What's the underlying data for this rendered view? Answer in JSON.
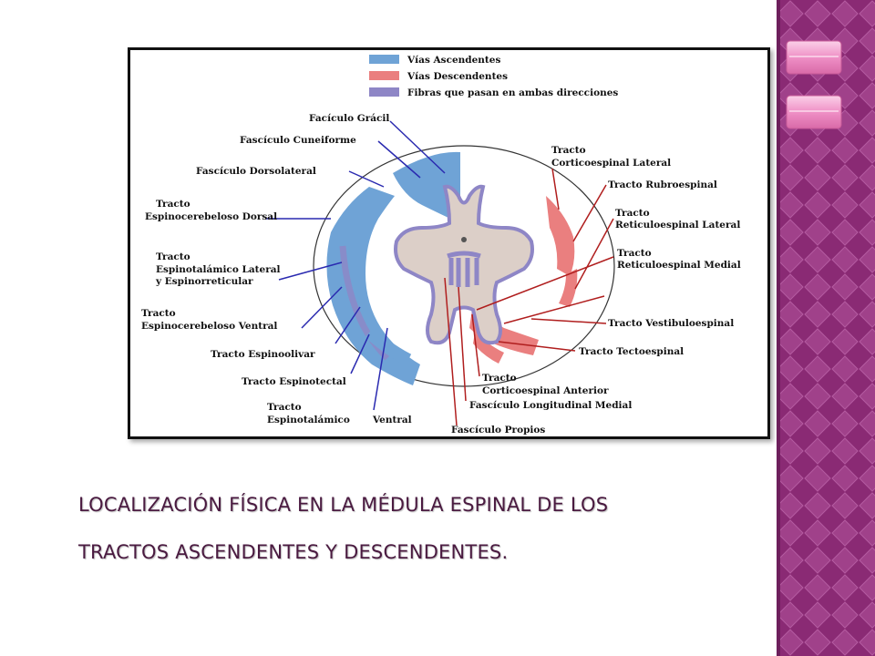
{
  "caption": {
    "line1": "LOCALIZACIÓN FÍSICA EN LA MÉDULA ESPINAL DE LOS",
    "line2": "TRACTOS ASCENDENTES Y DESCENDENTES."
  },
  "legend": {
    "items": [
      {
        "label": "Vías Ascendentes",
        "color": "#6fa3d6"
      },
      {
        "label": "Vías Descendentes",
        "color": "#ea7f7f"
      },
      {
        "label": "Fibras que pasan en ambas direcciones",
        "color": "#8e86c6"
      }
    ]
  },
  "labels": {
    "gracil": "Facículo Grácil",
    "cuneiforme": "Fascículo Cuneiforme",
    "dorsolateral": "Fascículo Dorsolateral",
    "espinocerebeloso_dorsal_1": "Tracto",
    "espinocerebeloso_dorsal_2": "Espinocerebeloso Dorsal",
    "espinotalamico_lateral_1": "Tracto",
    "espinotalamico_lateral_2": "Espinotalámico Lateral",
    "espinotalamico_lateral_3": "y Espinorreticular",
    "espinocerebeloso_ventral_1": "Tracto",
    "espinocerebeloso_ventral_2": "Espinocerebeloso Ventral",
    "espinoolivar": "Tracto Espinoolivar",
    "espinotectal": "Tracto Espinotectal",
    "espinotalamico_ventral_1": "Tracto",
    "espinotalamico_ventral_2": "Espinotalámico",
    "espinotalamico_ventral_3": "Ventral",
    "corticoespinal_lateral_1": "Tracto",
    "corticoespinal_lateral_2": "Corticoespinal Lateral",
    "rubroespinal": "Tracto Rubroespinal",
    "reticuloespinal_lateral_1": "Tracto",
    "reticuloespinal_lateral_2": "Reticuloespinal Lateral",
    "reticuloespinal_medial_1": "Tracto",
    "reticuloespinal_medial_2": "Reticuloespinal Medial",
    "vestibuloespinal": "Tracto Vestibuloespinal",
    "tectoespinal": "Tracto Tectoespinal",
    "corticoespinal_anterior_1": "Tracto",
    "corticoespinal_anterior_2": "Corticoespinal Anterior",
    "longitudinal_medial": "Fascículo Longitudinal Medial",
    "propios": "Fascículo Propios"
  },
  "colors": {
    "sidebar": "#8a2a74",
    "nav_button": "#ee8ec4",
    "ascending": "#6fa3d6",
    "descending": "#ea7f7f",
    "both": "#8e86c6",
    "gray_matter": "#dccfc8",
    "white_matter": "#ffffff",
    "caption": "#4a1a40"
  },
  "icons": {
    "nav_up": "rounded-bar-button",
    "nav_down": "rounded-bar-button"
  }
}
